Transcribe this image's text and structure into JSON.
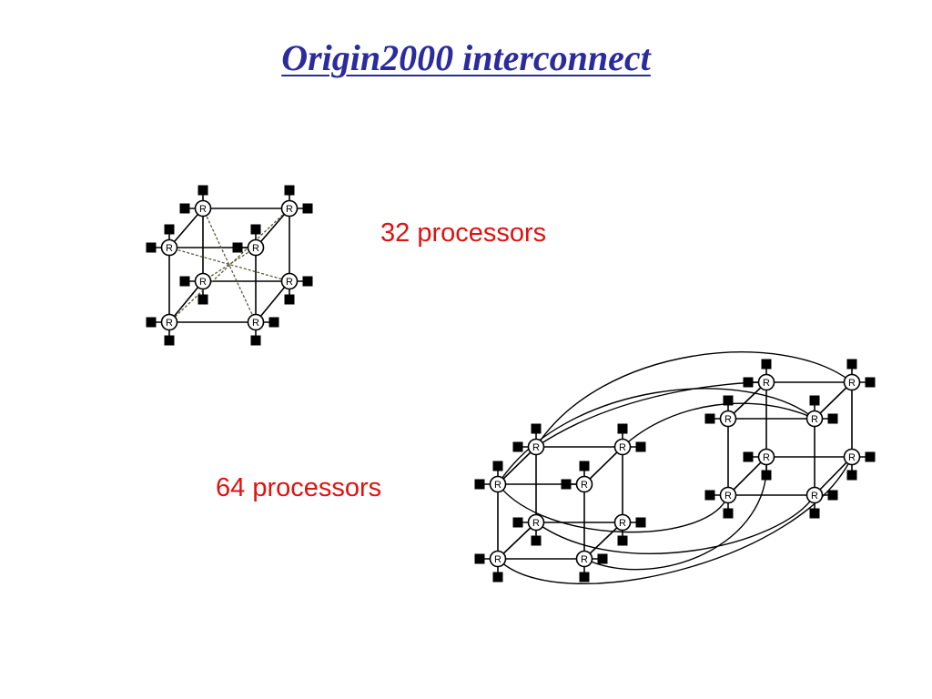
{
  "title": "Origin2000 interconnect",
  "captions": {
    "small": "32 processors",
    "large": "64 processors"
  },
  "router_label": "R",
  "colors": {
    "title": "#2b2b9e",
    "caption": "#e0120f",
    "link": "#000000",
    "express_link": "#5a5a3a",
    "node": "#000000"
  }
}
